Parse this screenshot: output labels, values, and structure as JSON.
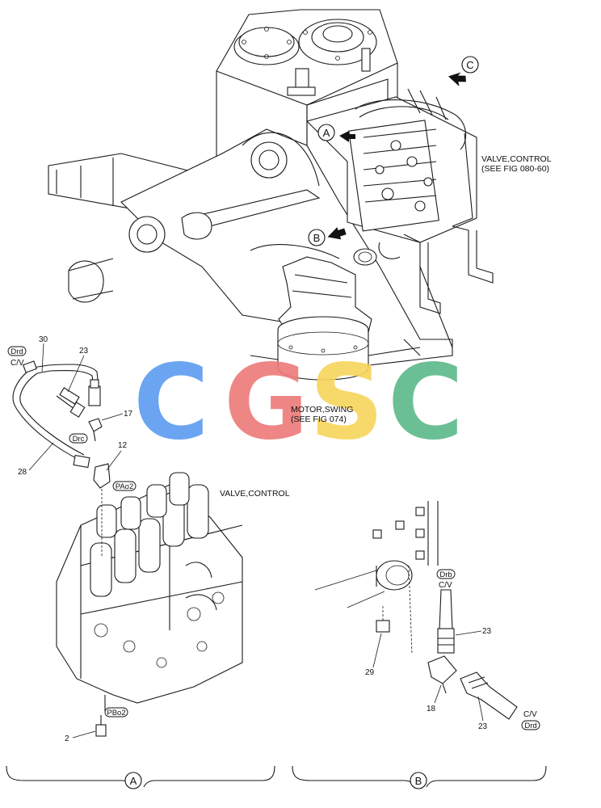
{
  "callouts": {
    "a": "A",
    "b": "B",
    "c": "C"
  },
  "labels": {
    "valve_ref_line1": "VALVE,CONTROL",
    "valve_ref_line2": "(SEE FIG 080-60)",
    "motor_line1": "MOTOR,SWING",
    "motor_line2": "(SEE FIG 074)",
    "valve_control": "VALVE,CONTROL",
    "cv": "C/V"
  },
  "port_tags": {
    "drd": "Drd",
    "drc": "Drc",
    "pao2": "PAo2",
    "pbo2": "PBo2",
    "drb": "Drb"
  },
  "part_numbers": {
    "p30": "30",
    "p23a": "23",
    "p17": "17",
    "p12": "12",
    "p28": "28",
    "p2": "2",
    "p23b": "23",
    "p29": "29",
    "p18": "18",
    "p23c": "23"
  },
  "view_labels": {
    "left": "A",
    "right": "B"
  },
  "watermark": {
    "letters": [
      "C",
      "G",
      "S",
      "C"
    ],
    "colors": [
      "#5b9cf0",
      "#ee7a7a",
      "#f7d55c",
      "#5cb98a"
    ]
  }
}
